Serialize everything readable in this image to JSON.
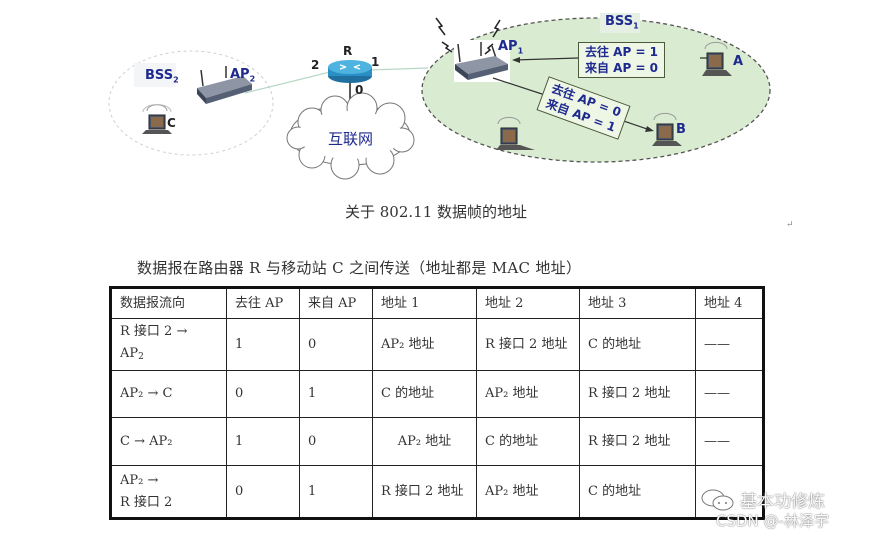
{
  "diagram": {
    "bss1_label": "BSS",
    "bss1_sub": "1",
    "bss2_label": "BSS",
    "bss2_sub": "2",
    "ap1_label": "AP",
    "ap1_sub": "1",
    "ap2_label": "AP",
    "ap2_sub": "2",
    "router_label": "R",
    "port_2": "2",
    "port_1": "1",
    "port_0": "0",
    "internet_label": "互联网",
    "station_a": "A",
    "station_b": "B",
    "station_c": "C",
    "flag_box_a": {
      "line1": "去往 AP = 1",
      "line2": "来自 AP = 0"
    },
    "flag_box_b": {
      "line1": "去往 AP = 0",
      "line2": "来自 AP = 1"
    },
    "colors": {
      "bss1_fill": "#d9ecd2",
      "label_blue": "#1f2a8f",
      "router_blue": "#2a8fc4"
    }
  },
  "caption": "关于  802.11  数据帧的地址",
  "return_mark": "↵",
  "table": {
    "title": "数据报在路由器  R  与移动站  C  之间传送（地址都是 MAC 地址）",
    "headers": [
      "数据报流向",
      "去往 AP",
      "来自 AP",
      "地址 1",
      "地址 2",
      "地址 3",
      "地址 4"
    ],
    "rows": [
      {
        "direction_line1": "R 接口 2 →",
        "direction_line2": "AP",
        "direction_sub": "2",
        "to_ap": "1",
        "from_ap": "0",
        "addr1": "AP₂ 地址",
        "addr2": "R 接口 2 地址",
        "addr3": "C 的地址",
        "addr4": "——"
      },
      {
        "direction_line1": "AP₂ → C",
        "to_ap": "0",
        "from_ap": "1",
        "addr1": "C 的地址",
        "addr2": "AP₂ 地址",
        "addr3": "R 接口 2 地址",
        "addr4": "——"
      },
      {
        "direction_line1": "C → AP₂",
        "to_ap": "1",
        "from_ap": "0",
        "addr1": "AP₂ 地址",
        "addr2": "C 的地址",
        "addr3": "R 接口 2 地址",
        "addr4": "——"
      },
      {
        "direction_line1": "AP₂ →",
        "direction_line2": "R  接口  2",
        "to_ap": "0",
        "from_ap": "1",
        "addr1": "R 接口 2 地址",
        "addr2": "AP₂ 地址",
        "addr3": "C 的地址",
        "addr4": ""
      }
    ]
  },
  "watermark": {
    "line1": "基本功修炼",
    "line2": "CSDN @-林泽宇"
  }
}
